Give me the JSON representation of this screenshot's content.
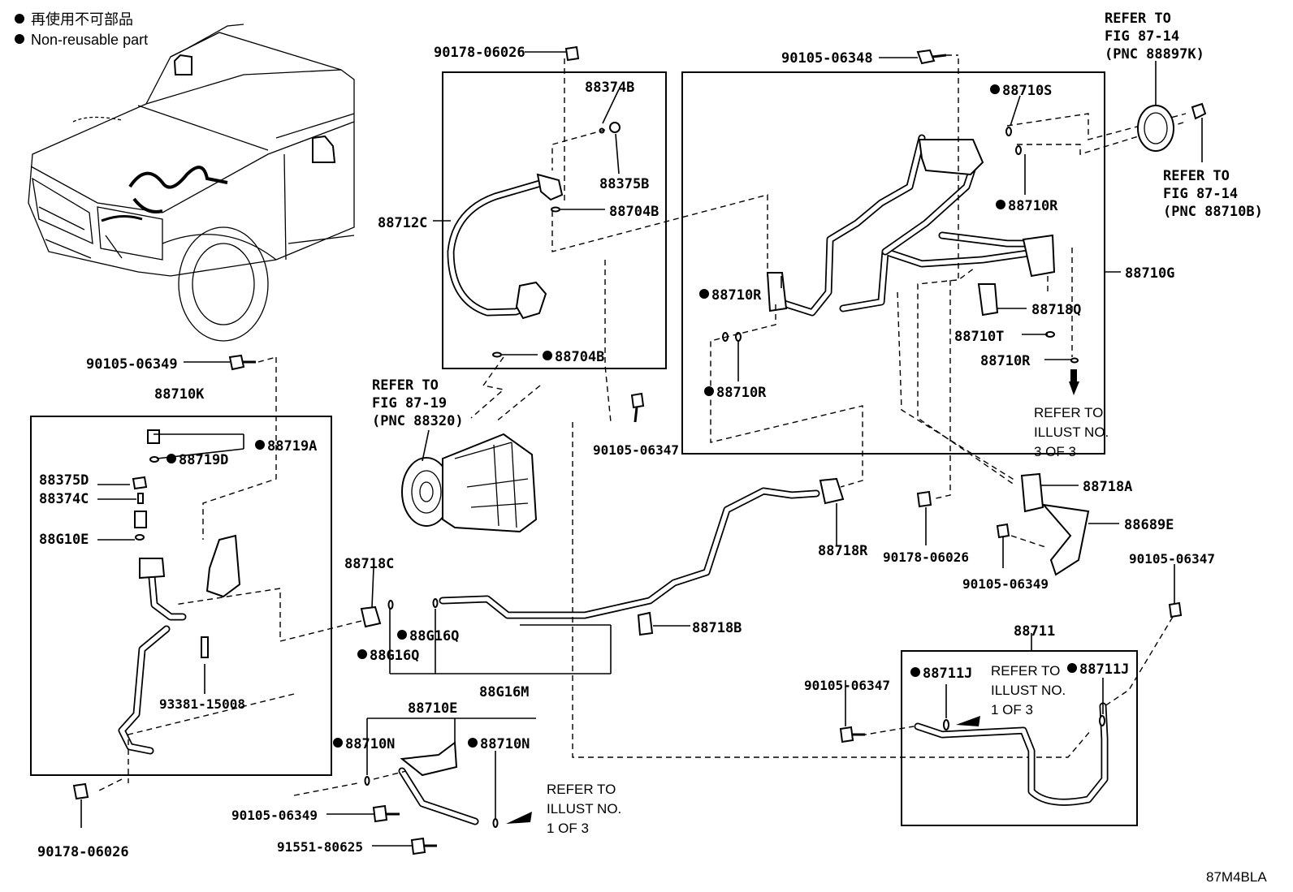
{
  "legend": {
    "line1": "再使用不可部品",
    "line2": "Non-reusable part"
  },
  "diagram_code": "87M4BLA",
  "refs": {
    "fig_87_14_a": [
      "REFER TO",
      "FIG 87-14",
      "(PNC 88897K)"
    ],
    "fig_87_14_b": [
      "REFER TO",
      "FIG 87-14",
      "(PNC 88710B)"
    ],
    "fig_87_19": [
      "REFER TO",
      "FIG 87-19",
      "(PNC 88320)"
    ],
    "illust_3": [
      "REFER TO",
      "ILLUST NO.",
      "3 OF 3"
    ],
    "illust_1a": [
      "REFER TO",
      "ILLUST NO.",
      "1 OF 3"
    ],
    "illust_1b": [
      "REFER TO",
      "ILLUST NO.",
      "1 OF 3"
    ]
  },
  "labels": {
    "p90178_06026_top": "90178-06026",
    "p88374B": "88374B",
    "p88375B": "88375B",
    "p88704B_a": "88704B",
    "p88712C": "88712C",
    "p88704B_b": "88704B",
    "p90105_06348": "90105-06348",
    "p88710S": "88710S",
    "p88710R_a": "88710R",
    "p88710G": "88710G",
    "p88710R_b": "88710R",
    "p88718Q": "88718Q",
    "p88710T": "88710T",
    "p88710R_c": "88710R",
    "p88710R_d": "88710R",
    "p90105_06347_a": "90105-06347",
    "p90105_06349_a": "90105-06349",
    "p88710K": "88710K",
    "p88719A": "88719A",
    "p88719D": "88719D",
    "p88375D": "88375D",
    "p88374C": "88374C",
    "p88G10E": "88G10E",
    "p93381_15008": "93381-15008",
    "p90178_06026_bl": "90178-06026",
    "p88718C": "88718C",
    "p88G16Q_a": "88G16Q",
    "p88G16Q_b": "88G16Q",
    "p88G16M": "88G16M",
    "p88718B": "88718B",
    "p88718R": "88718R",
    "p90178_06026_mid": "90178-06026",
    "p88718A": "88718A",
    "p88689E": "88689E",
    "p90105_06349_b": "90105-06349",
    "p90105_06347_b": "90105-06347",
    "p88711": "88711",
    "p88711J_a": "88711J",
    "p88711J_b": "88711J",
    "p90105_06347_c": "90105-06347",
    "p88710E": "88710E",
    "p88710N_a": "88710N",
    "p88710N_b": "88710N",
    "p90105_06349_c": "90105-06349",
    "p91551_80625": "91551-80625"
  }
}
